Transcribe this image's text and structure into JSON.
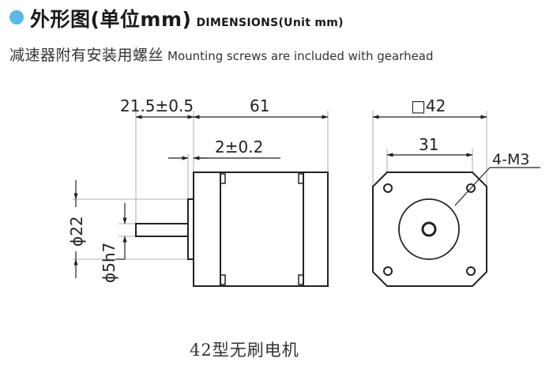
{
  "header": {
    "bullet_color": "#5bb8e8",
    "title_cn": "外形图(单位mm)",
    "title_en": "DIMENSIONS(Unit mm)",
    "subtitle_cn": "减速器附有安装用螺丝",
    "subtitle_en": "Mounting screws are included with gearhead"
  },
  "side_view": {
    "dim_shaft_length": "21.5±0.5",
    "dim_body_length": "61",
    "dim_pilot_length": "2±0.2",
    "dim_pilot_diameter": "ϕ22",
    "dim_shaft_diameter": "ϕ5h7"
  },
  "front_view": {
    "dim_square": "□42",
    "dim_hole_spacing": "31",
    "dim_holes": "4-M3"
  },
  "caption": "42型无刷电机"
}
